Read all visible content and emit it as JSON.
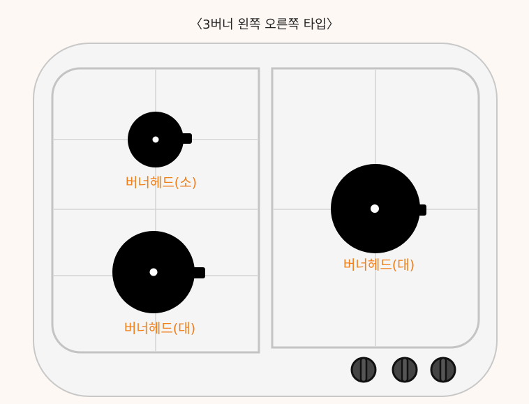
{
  "title": "〈3버너 왼쪽 오른쪽 타입〉",
  "labels": {
    "left_small": "버너헤드(소)",
    "left_large": "버너헤드(대)",
    "right_large": "버너헤드(대)"
  },
  "knob_count": 3,
  "colors": {
    "label": "#f07f1a",
    "background": "#fdf8f4",
    "body": "#f5f5f5",
    "stroke": "#c8c8c8"
  }
}
